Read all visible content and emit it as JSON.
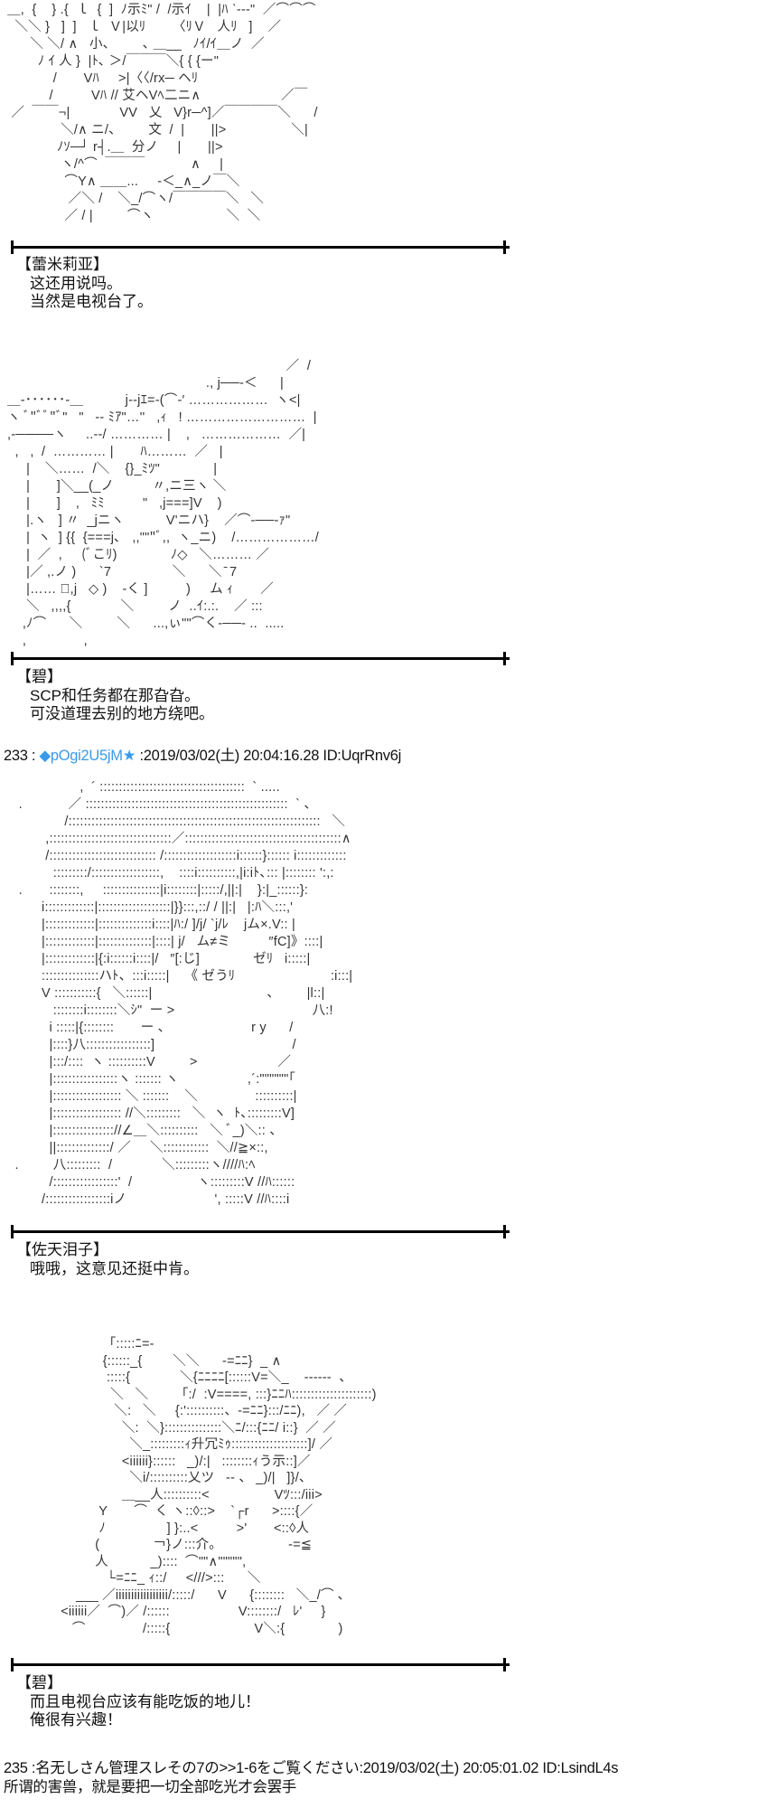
{
  "art1": [
    "＿,  {    } .{  ｌ  {  ]  ﾉ示ﾐ\" /  /示ｲ    |  |ﾊ ˋ‐-‐\"  ／⌒⌒⌒",
    "  ＼＼ }   ]  ]   ｌ  Ｖ|以ﾘ       〈ﾘＶ   人ﾘ   ]    ／",
    "      ＼ ＼/ ∧   小、       ､ ＿__   ﾉｲ/ｲ＿ノ  ／",
    "        ﾉ ｲ 人 }  |ﾄ､ ＞/￣￣￣＼{ { {ー\"",
    "            /       Vﾊ     >|〈〈/rx─ ヘﾘ",
    "           /          Vﾊ // 艾ヘVﾍ二ニ∧                     ／￣",
    " ／  ￣￣¬|             VV   乂   V}r─^]／￣￣￣￣＼      /",
    "              ＼/∧ ニ/、       文  /  |       ||>                 ＼|",
    "             ﾉｿ─┘ r┤.＿  分ノ     |       ||>",
    "              ヽ/^⌒  ￣￣￣            ∧     |",
    "               ⌒Y∧ ＿＿...     ‐＜_∧_ノ￣＼",
    "                ／＼ /    ＼_/⌒ヽ/￣￣￣￣＼   ＼",
    "               ／ / |         ⌒ヽ                   ＼  ＼"
  ],
  "dialog1": {
    "speaker": "【蕾米莉亚】",
    "lines": [
      "这还用说吗。",
      "当然是电视台了。"
    ]
  },
  "art2": [
    "                                                                         ／  /",
    "                                                    ., j──‐＜      |",
    "＿‐･･････‐＿           j‐‐jｴ=‐(⌒‐′ ………………  ヽ<|",
    "ヽ ﾞ\"ﾞﾞ\"ﾞ\"   \"   ‐‐ ﾐｱ\"…''   ,ｨ   ! ………………………  |",
    ",‐────ヽ     ..-‐/ ………… |    ,   ………………  ／|",
    "  ,   ,  /  ………… |       ﾊ………  ／   |",
    "     |    ＼……  /＼    {}_ﾐﾂ\"              |",
    "     |       ]＼__(_ノ          〃,ニ三ヽ ＼",
    "     |       ]    ,   ﾐﾐ          \"   ,j===]V    )",
    "     |.ヽ   ] 〃  _jニヽ           V'ニハ}    ／⌒‐──‐ｧ\"",
    "     |  ヽ  ] {{  {===j､   ,,\"\"\"ﾞ,,  ヽ_ニ)    /………………/",
    "     |  ／  ,     (ﾞこﾘ)              ﾉ◇   ＼……… ／",
    "     |／ ,.ノ )      `7                ＼      ＼ ̄ 7",
    "     |…… ﾞ,j   ◇ )    ‐く ]          )     ム ｨ       ／",
    "     ＼   ,,,,{             ＼         ノ  ..ｲ:.:.    ／ :::",
    "    ,ﾉ⌒      ＼         ＼      ...,ぃ\"\"⌒く‐──- ..  .....",
    "    ,               ,"
  ],
  "dialog2": {
    "speaker": "【碧】",
    "lines": [
      "SCP和任务都在那旮旮。",
      "可没道理去别的地方绕吧。"
    ]
  },
  "post233": {
    "number": "233",
    "sep": " : ",
    "trip": "◆pOgi2U5jM",
    "star": "★",
    "date": " :2019/03/02(土) 20:04:16.28 ID:UqrRnv6j"
  },
  "art3": [
    "                   ,  ´ ::::::::::::::::::::::::::::::::::::::  ` .....",
    "   .            ／ :::::::::::::::::::::::::::::::::::::::::::::::::::::  ` 、",
    "               /::::::::::::::::::::::::::::::::::::::::::::::::::::::::::::::::::   ＼",
    "          ,::::::::::::::::::::::::::::::::／:::::::::::::::::::::::::::::::::::::::::∧",
    "          /:::::::::::::::::::::::::::: /:::::::::::::::::::i::::::}:::::: i:::::::::::::",
    "            :::::::::/::::::::::::::::::,    ::::i::::::::::,|i:iﾄ､::: |:::::::: ':,:",
    "   .       ::::::::,     :::::::::::::::|i::::::::|:::::/,||:|    }:|_::::::}:",
    "         i:::::::::::::|:::::::::::::::::::|}}:::,::/ / ||:|   |:ﾊ＼:::,'",
    "         |:::::::::::::|::::::::::::::i::::|ﾊ:/ ]/j/ `j/ﾚ    jム×.V:: |",
    "         |:::::::::::::|::::::::::::::|::::| j/   ム≠ミ          ″fC]》::::|",
    "         |:::::::::::::|{:i::::::i::::|/   ″[:じ]              ゼﾘ   i:::::|",
    "         :::::::::::::::ハﾄ、:::i:::::|    《 ゼうﾘ                         :i:::|",
    "         V :::::::::::{   ＼::::::|                              、       |l::|",
    "            ::::::::i::::::::＼ｼ\"  ー >                                    八:!",
    "           i :::::|{::::::::       ー 、                     r y      /",
    "           |::::}八:::::::::::::::::]                                    /",
    "           |:::/::::  ヽ ::::::::::V         >                     ／",
    "           |:::::::::::::::::ヽ ::::::: ヽ                  ,´:\"\"\"\"\"\"｢",
    "           |:::::::::::::::::: ＼ :::::::    ＼               ::::::::::|",
    "           |:::::::::::::::::: //＼:::::::::   ＼  ヽ  ﾄ､:::::::::V]",
    "           |:::::::::::::::://∠＿＼::::::::::   ＼ ﾞ_)＼:: 、",
    "           ||::::::::::::::/ ／     ＼::::::::::::  ＼//≧×::,",
    "  .         八:::::::::  /             ＼:::::::::ヽ////ﾊ:ﾍ",
    "           /:::::::::::::::::'  /                 ヽ:::::::::V //ﾊ::::::",
    "         /:::::::::::::::::iノ                       ', :::::V //ﾊ::::i"
  ],
  "dialog3": {
    "speaker": "【佐天泪子】",
    "lines": [
      "哦哦，这意见还挺中肯。"
    ]
  },
  "art4": [
    "                         「:::::ﾆ=-",
    "                         {::::::_{        ＼＼      -=ﾆﾆ}  _ ∧",
    "                          :::::{             ＼{ﾆﾆﾆﾆ[::::::V=＼_    ‐‐‐‐‐‐  、",
    "                           ＼   ＼       「:/  :V====, :::}ﾆﾆﾊ:::::::::::::::::::::)",
    "                            ＼:   ＼     {:'::::::::::、-=ﾆﾆ}:::/ﾆﾆ),   ／ ／",
    "                              ＼:  ＼}:::::::::::::::＼ﾆ/:::{ﾆﾆ/ i::}  ／ ／",
    "                                ＼_:::::::::ｨ升冗ﾐｩ::::::::::::::::::::]/ ／",
    "                              <iiiiii}::::::   _)/:|   ::::::::ｨう示::]／",
    "                                ＼i/::::::::::乂ツ   ‐‐ 、 _)/|   ]}/、",
    "                              ＿__人::::::::::<                 Vﾂ:::/iii>",
    "                        Y       ⌒  く ヽ::◊::>    `┌r      >::::{／",
    "                        ﾉ                ] }:..<          >'       <::◊人",
    "                       (              ￢}ノ:::介｡                   -=≦",
    "                       人           _)::::  ⌒\"\"∧\"\"\"\"\",",
    "                          └=ﾆﾆ_ ｨ::/     <///>:::      ＼",
    "                  ___ ／iiiiiiiiiiiiiiiii/:::::/      V      {::::::::   ＼_/⌒ ､",
    "              <iiiiii／  ⌒)／ /::::::                  V::::::::/   ﾚ'     }",
    "                 ⌒               /:::::{                      V＼:{              )"
  ],
  "dialog4": {
    "speaker": "【碧】",
    "lines": [
      "而且电视台应该有能吃饭的地儿！",
      "俺很有兴趣！"
    ]
  },
  "post235": {
    "header": "235 :名无しさん管理スレその7の>>1-6をご覧ください:2019/03/02(土) 20:05:01.02 ID:LsindL4s",
    "body": "所谓的害兽，就是要把一切全部吃光才会罢手"
  },
  "colors": {
    "trip": "#3a9ae8",
    "separator": "#000000"
  }
}
